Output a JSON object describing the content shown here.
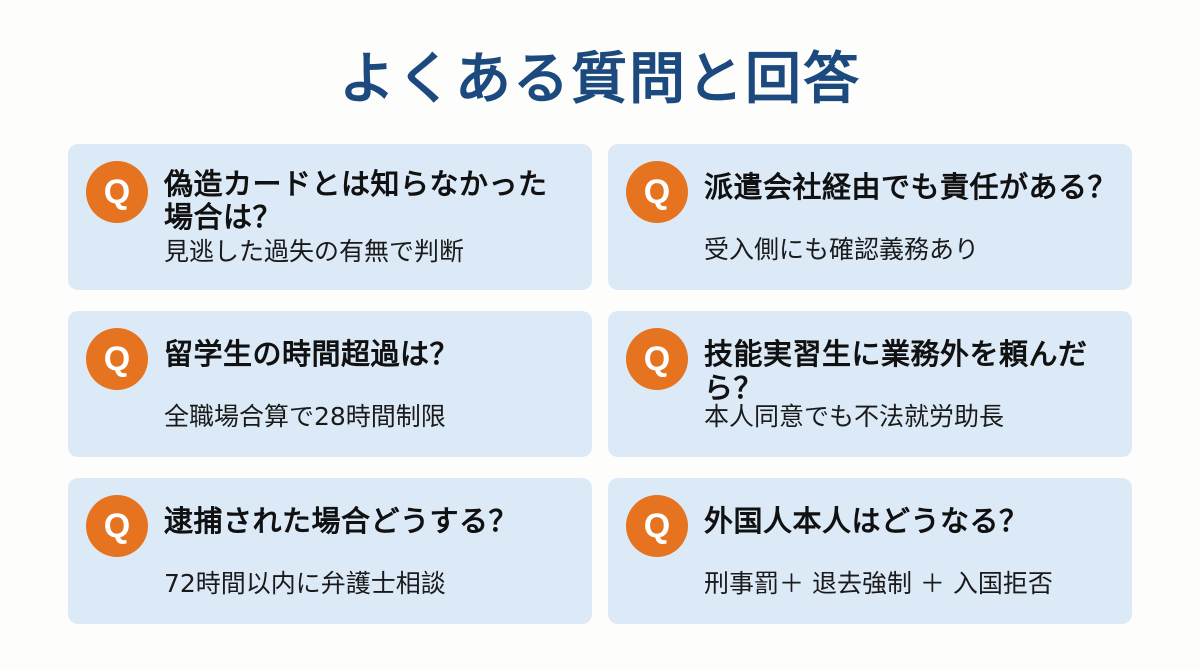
{
  "title": "よくある質問と回答",
  "colors": {
    "title": "#1c4a7e",
    "card_bg": "#dceaf8",
    "badge": "#e6731f",
    "badge_text": "#ffffff",
    "question_text": "#111111",
    "answer_text": "#1a1a1a",
    "page_bg": "#fdfdfb"
  },
  "badge_label": "Q",
  "faqs": [
    {
      "question_line1": "偽造カードとは知らなかった",
      "question_line2": "場合は？",
      "answer": "見逃した過失の有無で判断"
    },
    {
      "question": "派遣会社経由でも責任がある？",
      "answer": "受入側にも確認義務あり"
    },
    {
      "question": "留学生の時間超過は？",
      "answer": "全職場合算で28時間制限"
    },
    {
      "question": "技能実習生に業務外を頼んだら？",
      "answer": "本人同意でも不法就労助長"
    },
    {
      "question": "逮捕された場合どうする？",
      "answer": "72時間以内に弁護士相談"
    },
    {
      "question": "外国人本人はどうなる？",
      "answer": "刑事罰＋ 退去強制 ＋ 入国拒否"
    }
  ]
}
